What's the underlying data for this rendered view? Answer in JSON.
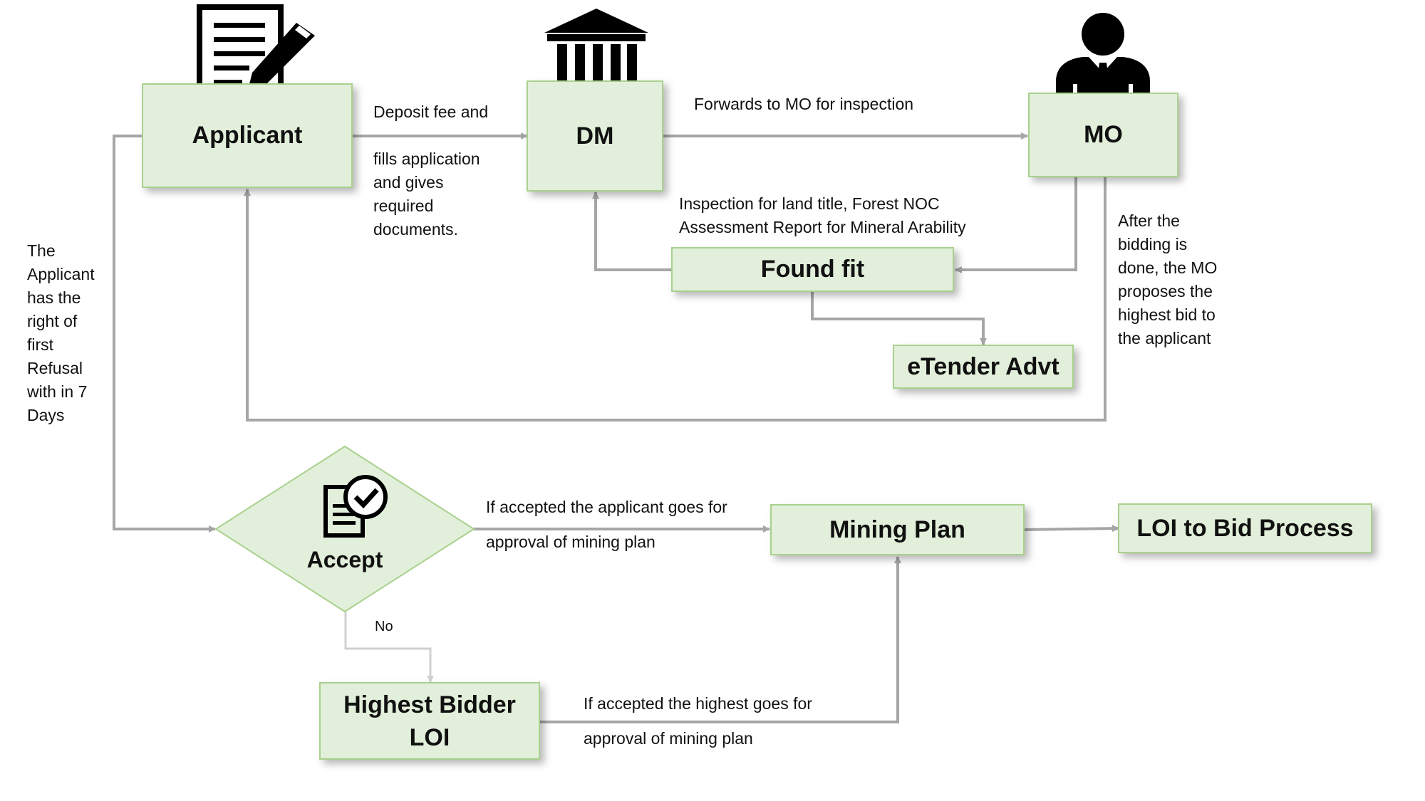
{
  "nodes": {
    "applicant": "Applicant",
    "dm": "DM",
    "mo": "MO",
    "found_fit": "Found fit",
    "etender": "eTender Advt",
    "accept": "Accept",
    "mining_plan": "Mining Plan",
    "loi_bid": "LOI to Bid Process",
    "highest_bidder_line1": "Highest Bidder",
    "highest_bidder_line2": "LOI"
  },
  "edge_labels": {
    "deposit_fee": "Deposit fee and",
    "fills_application": "fills application\nand gives\nrequired\ndocuments.",
    "forwards_mo": "Forwards to MO for inspection",
    "inspection": "Inspection for land title, Forest NOC\nAssessment Report for  Mineral Arability",
    "after_bidding": "After the\nbidding is\ndone, the  MO\nproposes the\nhighest bid to\nthe applicant",
    "first_refusal": "The\nApplicant\nhas the\nright of\nfirst\nRefusal\nwith in 7\nDays",
    "accepted_applicant_1": "If accepted the applicant  goes for",
    "accepted_applicant_2": "approval of mining plan",
    "no": "No",
    "accepted_highest_1": "If accepted the highest goes for",
    "accepted_highest_2": "approval of mining plan"
  },
  "icons": {
    "applicant": "document-pen-icon",
    "dm": "bank-building-icon",
    "mo": "businessman-icon",
    "accept": "approval-checklist-icon"
  },
  "colors": {
    "node_fill": "#e2efda",
    "node_border": "#a9d18e",
    "connector": "#a6a6a6"
  }
}
